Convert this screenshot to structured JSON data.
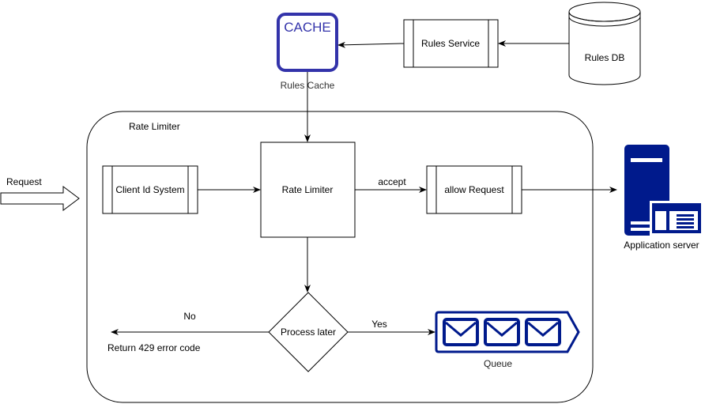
{
  "nodes": {
    "cache_icon_text": "CACHE",
    "rules_cache": "Rules Cache",
    "rules_service": "Rules Service",
    "rules_db": "Rules DB",
    "rate_limiter_group": "Rate Limiter",
    "request": "Request",
    "client_id_system": "Client Id System",
    "rate_limiter": "Rate Limiter",
    "allow_request": "allow Request",
    "application_server": "Application server",
    "process_later": "Process later",
    "return_429": "Return 429 error code",
    "queue": "Queue"
  },
  "edges": {
    "accept": "accept",
    "no": "No",
    "yes": "Yes"
  },
  "colors": {
    "cache": "#3333AA",
    "icon": "#001A8C"
  }
}
